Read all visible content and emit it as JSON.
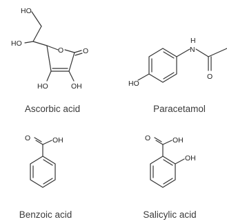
{
  "compounds": [
    {
      "name": "Ascorbic acid",
      "atom_labels": {
        "ho_top": "HO",
        "ho_side": "HO",
        "o_ring": "O",
        "o_carbonyl": "O",
        "ho_bottom_left": "HO",
        "oh_bottom_right": "OH"
      }
    },
    {
      "name": "Paracetamol",
      "atom_labels": {
        "ho": "HO",
        "n": "N",
        "h": "H",
        "o": "O"
      }
    },
    {
      "name": "Benzoic acid",
      "atom_labels": {
        "o": "O",
        "oh": "OH"
      }
    },
    {
      "name": "Salicylic acid",
      "atom_labels": {
        "o": "O",
        "oh_acid": "OH",
        "oh_ring": "OH"
      }
    }
  ],
  "colors": {
    "bond": "#333333",
    "text": "#2a2a2a"
  }
}
